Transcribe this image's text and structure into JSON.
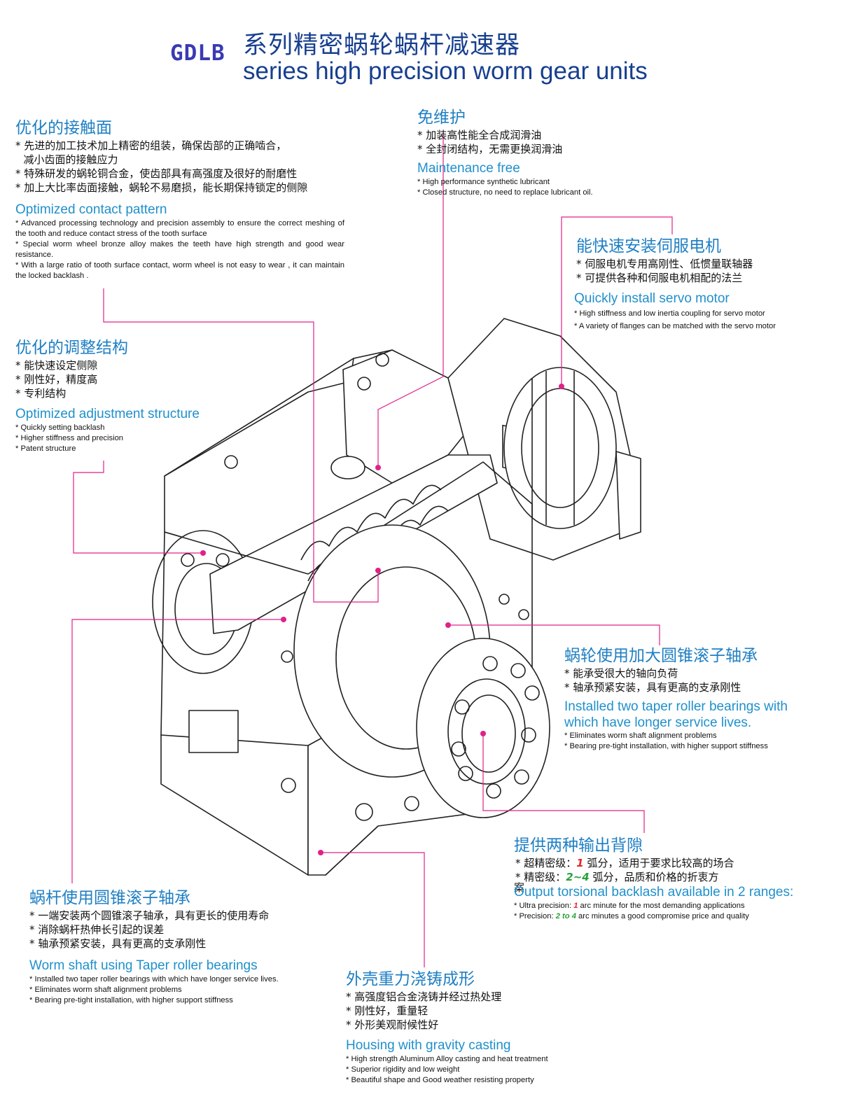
{
  "header": {
    "model": "GDLB",
    "title_cn": "系列精密蜗轮蜗杆减速器",
    "title_en": "series high precision worm gear units"
  },
  "colors": {
    "title": "#173f8f",
    "heading": "#1f7fc3",
    "leader": "#e0218a",
    "model": "#3a3ab4"
  },
  "sections": {
    "contact": {
      "title_cn": "优化的接触面",
      "items_cn": [
        "* 先进的加工技术加上精密的组装，确保齿部的正确啮合，",
        "  减小齿面的接触应力",
        "* 特殊研发的蜗轮铜合金，使齿部具有高强度及很好的耐磨性",
        "* 加上大比率齿面接触，蜗轮不易磨损，能长期保持锁定的侧隙"
      ],
      "title_en": "Optimized contact pattern",
      "items_en": [
        "* Advanced processing technology and precision assembly to ensure the correct meshing of the tooth and reduce   contact stress of the tooth surface",
        "* Special worm wheel bronze alloy makes the teeth have high strength and good wear resistance.",
        "* With a large ratio of tooth surface contact, worm wheel is not easy to wear , it can maintain the locked backlash ."
      ]
    },
    "maintenance": {
      "title_cn": "免维护",
      "items_cn": [
        "* 加装高性能全合成润滑油",
        "* 全封闭结构，无需更换润滑油"
      ],
      "title_en": "Maintenance free",
      "items_en": [
        "* High performance synthetic lubricant",
        "* Closed structure, no need to replace lubricant oil."
      ]
    },
    "servo": {
      "title_cn": "能快速安装伺服电机",
      "items_cn": [
        "* 伺服电机专用高刚性、低惯量联轴器",
        "* 可提供各种和伺服电机相配的法兰"
      ],
      "title_en": "Quickly install servo motor",
      "items_en": [
        "* High stiffness and low inertia coupling for servo motor",
        "* A variety of flanges can be matched with the servo motor"
      ]
    },
    "adjust": {
      "title_cn": "优化的调整结构",
      "items_cn": [
        "* 能快速设定侧隙",
        "* 刚性好，精度高",
        "* 专利结构"
      ],
      "title_en": "Optimized adjustment structure",
      "items_en": [
        "* Quickly setting backlash",
        "* Higher stiffness and precision",
        "* Patent structure"
      ]
    },
    "wheel_bearing": {
      "title_cn": "蜗轮使用加大圆锥滚子轴承",
      "items_cn": [
        "* 能承受很大的轴向负荷",
        "* 轴承预紧安装，具有更高的支承刚性"
      ],
      "title_en_1": "Installed two taper roller bearings with",
      "title_en_2": "which have longer service lives.",
      "items_en": [
        "* Eliminates worm shaft alignment problems",
        "* Bearing pre-tight installation, with higher support stiffness"
      ]
    },
    "backlash": {
      "title_cn": "提供两种输出背隙",
      "item1_pre": "* 超精密级：",
      "item1_val": "1",
      "item1_post": " 弧分，适用于要求比较高的场合",
      "item2_pre": "* 精密级：",
      "item2_val": "2~4",
      "item2_post": " 弧分，品质和价格的折衷方",
      "item2_wrap": "案",
      "title_en": "Output torsional backlash available in 2 ranges:",
      "en1_pre": "* Ultra precision: ",
      "en1_val": "1",
      "en1_post": " arc minute for the most demanding applications",
      "en2_pre": "* Precision: ",
      "en2_val": "2 to 4",
      "en2_post": " arc minutes a good compromise price and quality"
    },
    "worm_bearing": {
      "title_cn": "蜗杆使用圆锥滚子轴承",
      "items_cn": [
        "* 一端安装两个圆锥滚子轴承，具有更长的使用寿命",
        "* 消除蜗杆热伸长引起的误差",
        "* 轴承预紧安装，具有更高的支承刚性"
      ],
      "title_en": "Worm shaft using Taper roller bearings",
      "items_en": [
        "* Installed two taper roller bearings with which have longer service lives.",
        "* Eliminates worm shaft alignment problems",
        "* Bearing pre-tight installation, with higher support stiffness"
      ]
    },
    "casting": {
      "title_cn": "外壳重力浇铸成形",
      "items_cn": [
        "* 高强度铝合金浇铸并经过热处理",
        "* 刚性好，重量轻",
        "* 外形美观耐候性好"
      ],
      "title_en": "Housing with gravity casting",
      "items_en": [
        "* High strength Aluminum Alloy casting and heat treatment",
        "* Superior rigidity and low weight",
        "* Beautiful shape and Good weather resisting property"
      ]
    }
  }
}
